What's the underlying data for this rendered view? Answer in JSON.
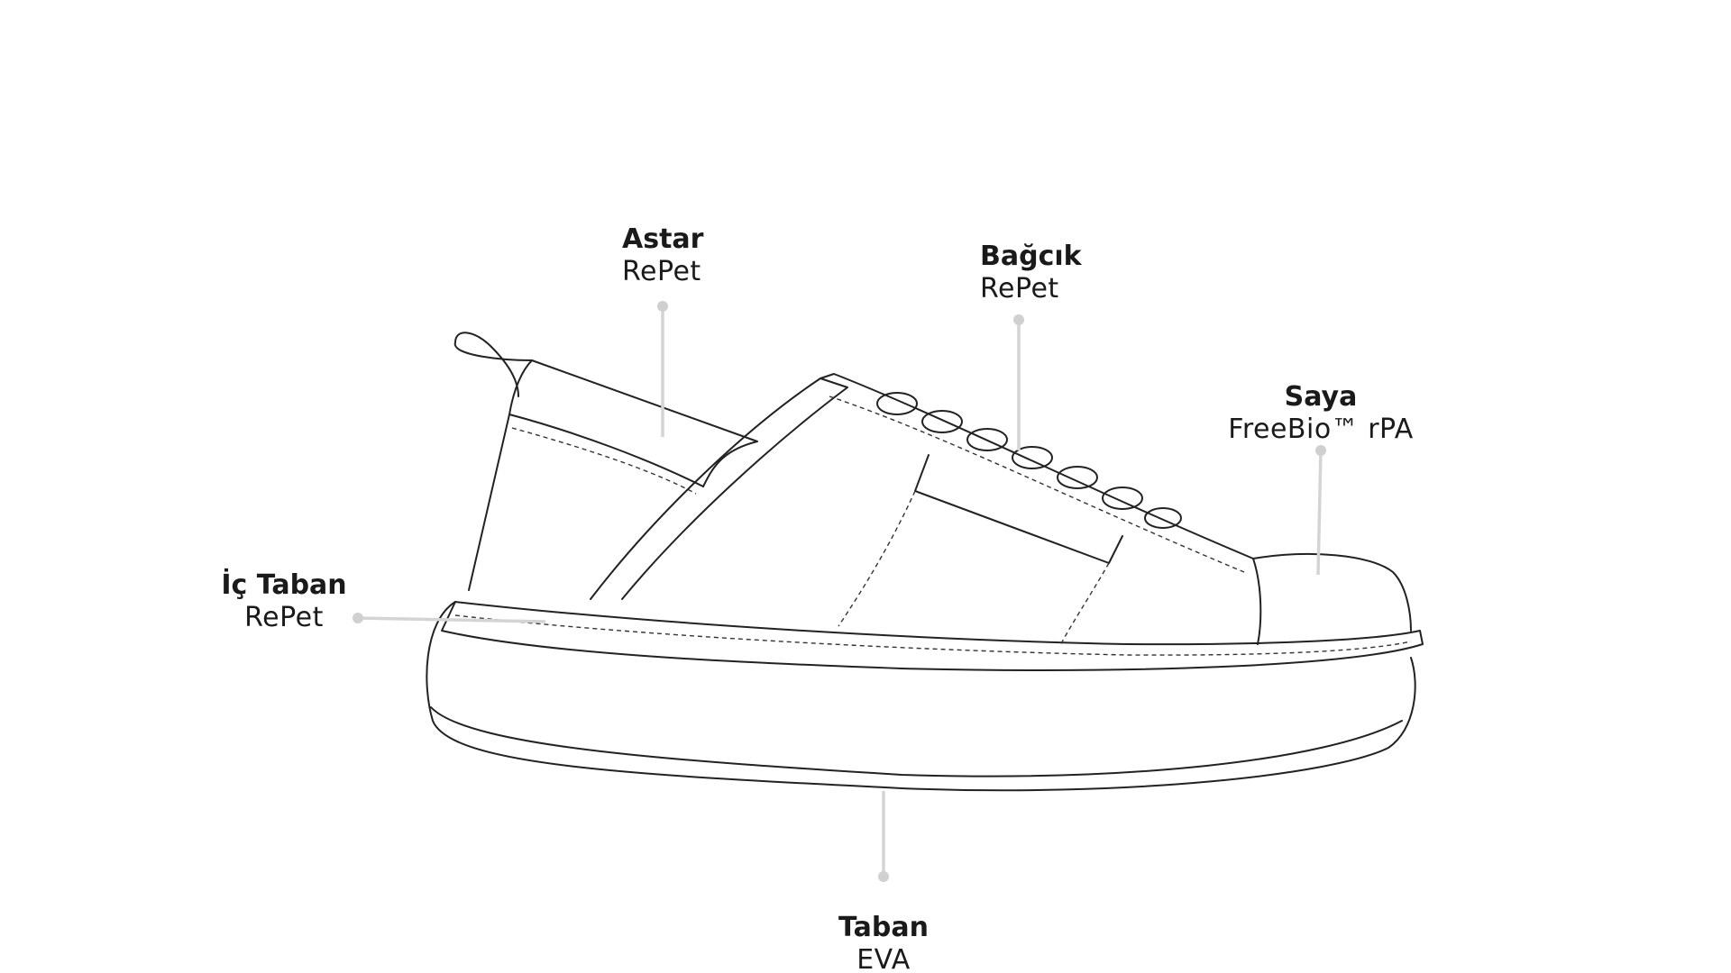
{
  "labels": {
    "astar": {
      "name": "Astar",
      "material": "RePet"
    },
    "bagcik": {
      "name": "Bağcık",
      "material": "RePet"
    },
    "saya": {
      "name": "Saya",
      "material": "FreeBio™ rPA"
    },
    "ic_taban": {
      "name": "İç Taban",
      "material": "RePet"
    },
    "taban": {
      "name": "Taban",
      "material": "EVA"
    }
  },
  "colors": {
    "outline": "#222222",
    "leader_line": "#d4d4d4",
    "text": "#1a1a1a"
  }
}
